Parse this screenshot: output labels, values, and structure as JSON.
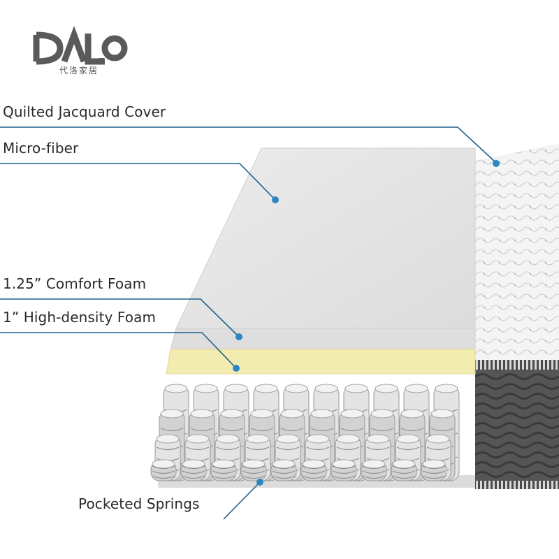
{
  "brand": {
    "logo_text": "DALO",
    "subtitle": "代洛家居"
  },
  "layers": {
    "cover": "Quilted Jacquard Cover",
    "microfiber": "Micro-fiber",
    "comfort_foam": "1.25” Comfort Foam",
    "hd_foam": "1” High-density Foam",
    "springs": "Pocketed Springs"
  },
  "colors": {
    "callout_line": "#1f5f8b",
    "callout_dot": "#2d86c4",
    "comfort_foam": "#f3ecb0",
    "microfiber": "#e6e6e6"
  },
  "spring_grid": {
    "columns": 10,
    "rows": 4
  }
}
